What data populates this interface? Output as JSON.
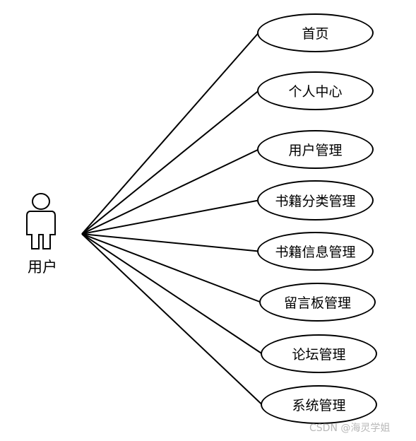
{
  "actor": {
    "label": "用户"
  },
  "use_cases": [
    {
      "label": "首页"
    },
    {
      "label": "个人中心"
    },
    {
      "label": "用户管理"
    },
    {
      "label": "书籍分类管理"
    },
    {
      "label": "书籍信息管理"
    },
    {
      "label": "留言板管理"
    },
    {
      "label": "论坛管理"
    },
    {
      "label": "系统管理"
    }
  ],
  "watermark": "CSDN @海灵学姐"
}
